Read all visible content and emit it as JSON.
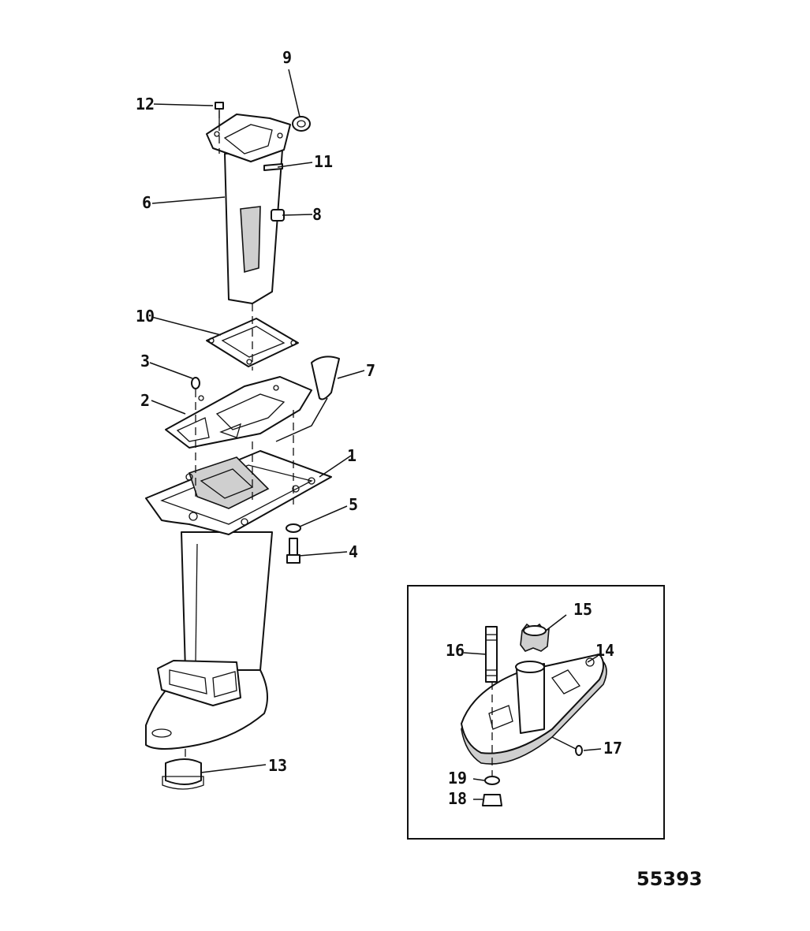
{
  "diagram": {
    "figure_number": "55393",
    "callouts": [
      "1",
      "2",
      "3",
      "4",
      "5",
      "6",
      "7",
      "8",
      "9",
      "10",
      "11",
      "12",
      "13",
      "14",
      "15",
      "16",
      "17",
      "18",
      "19"
    ]
  }
}
